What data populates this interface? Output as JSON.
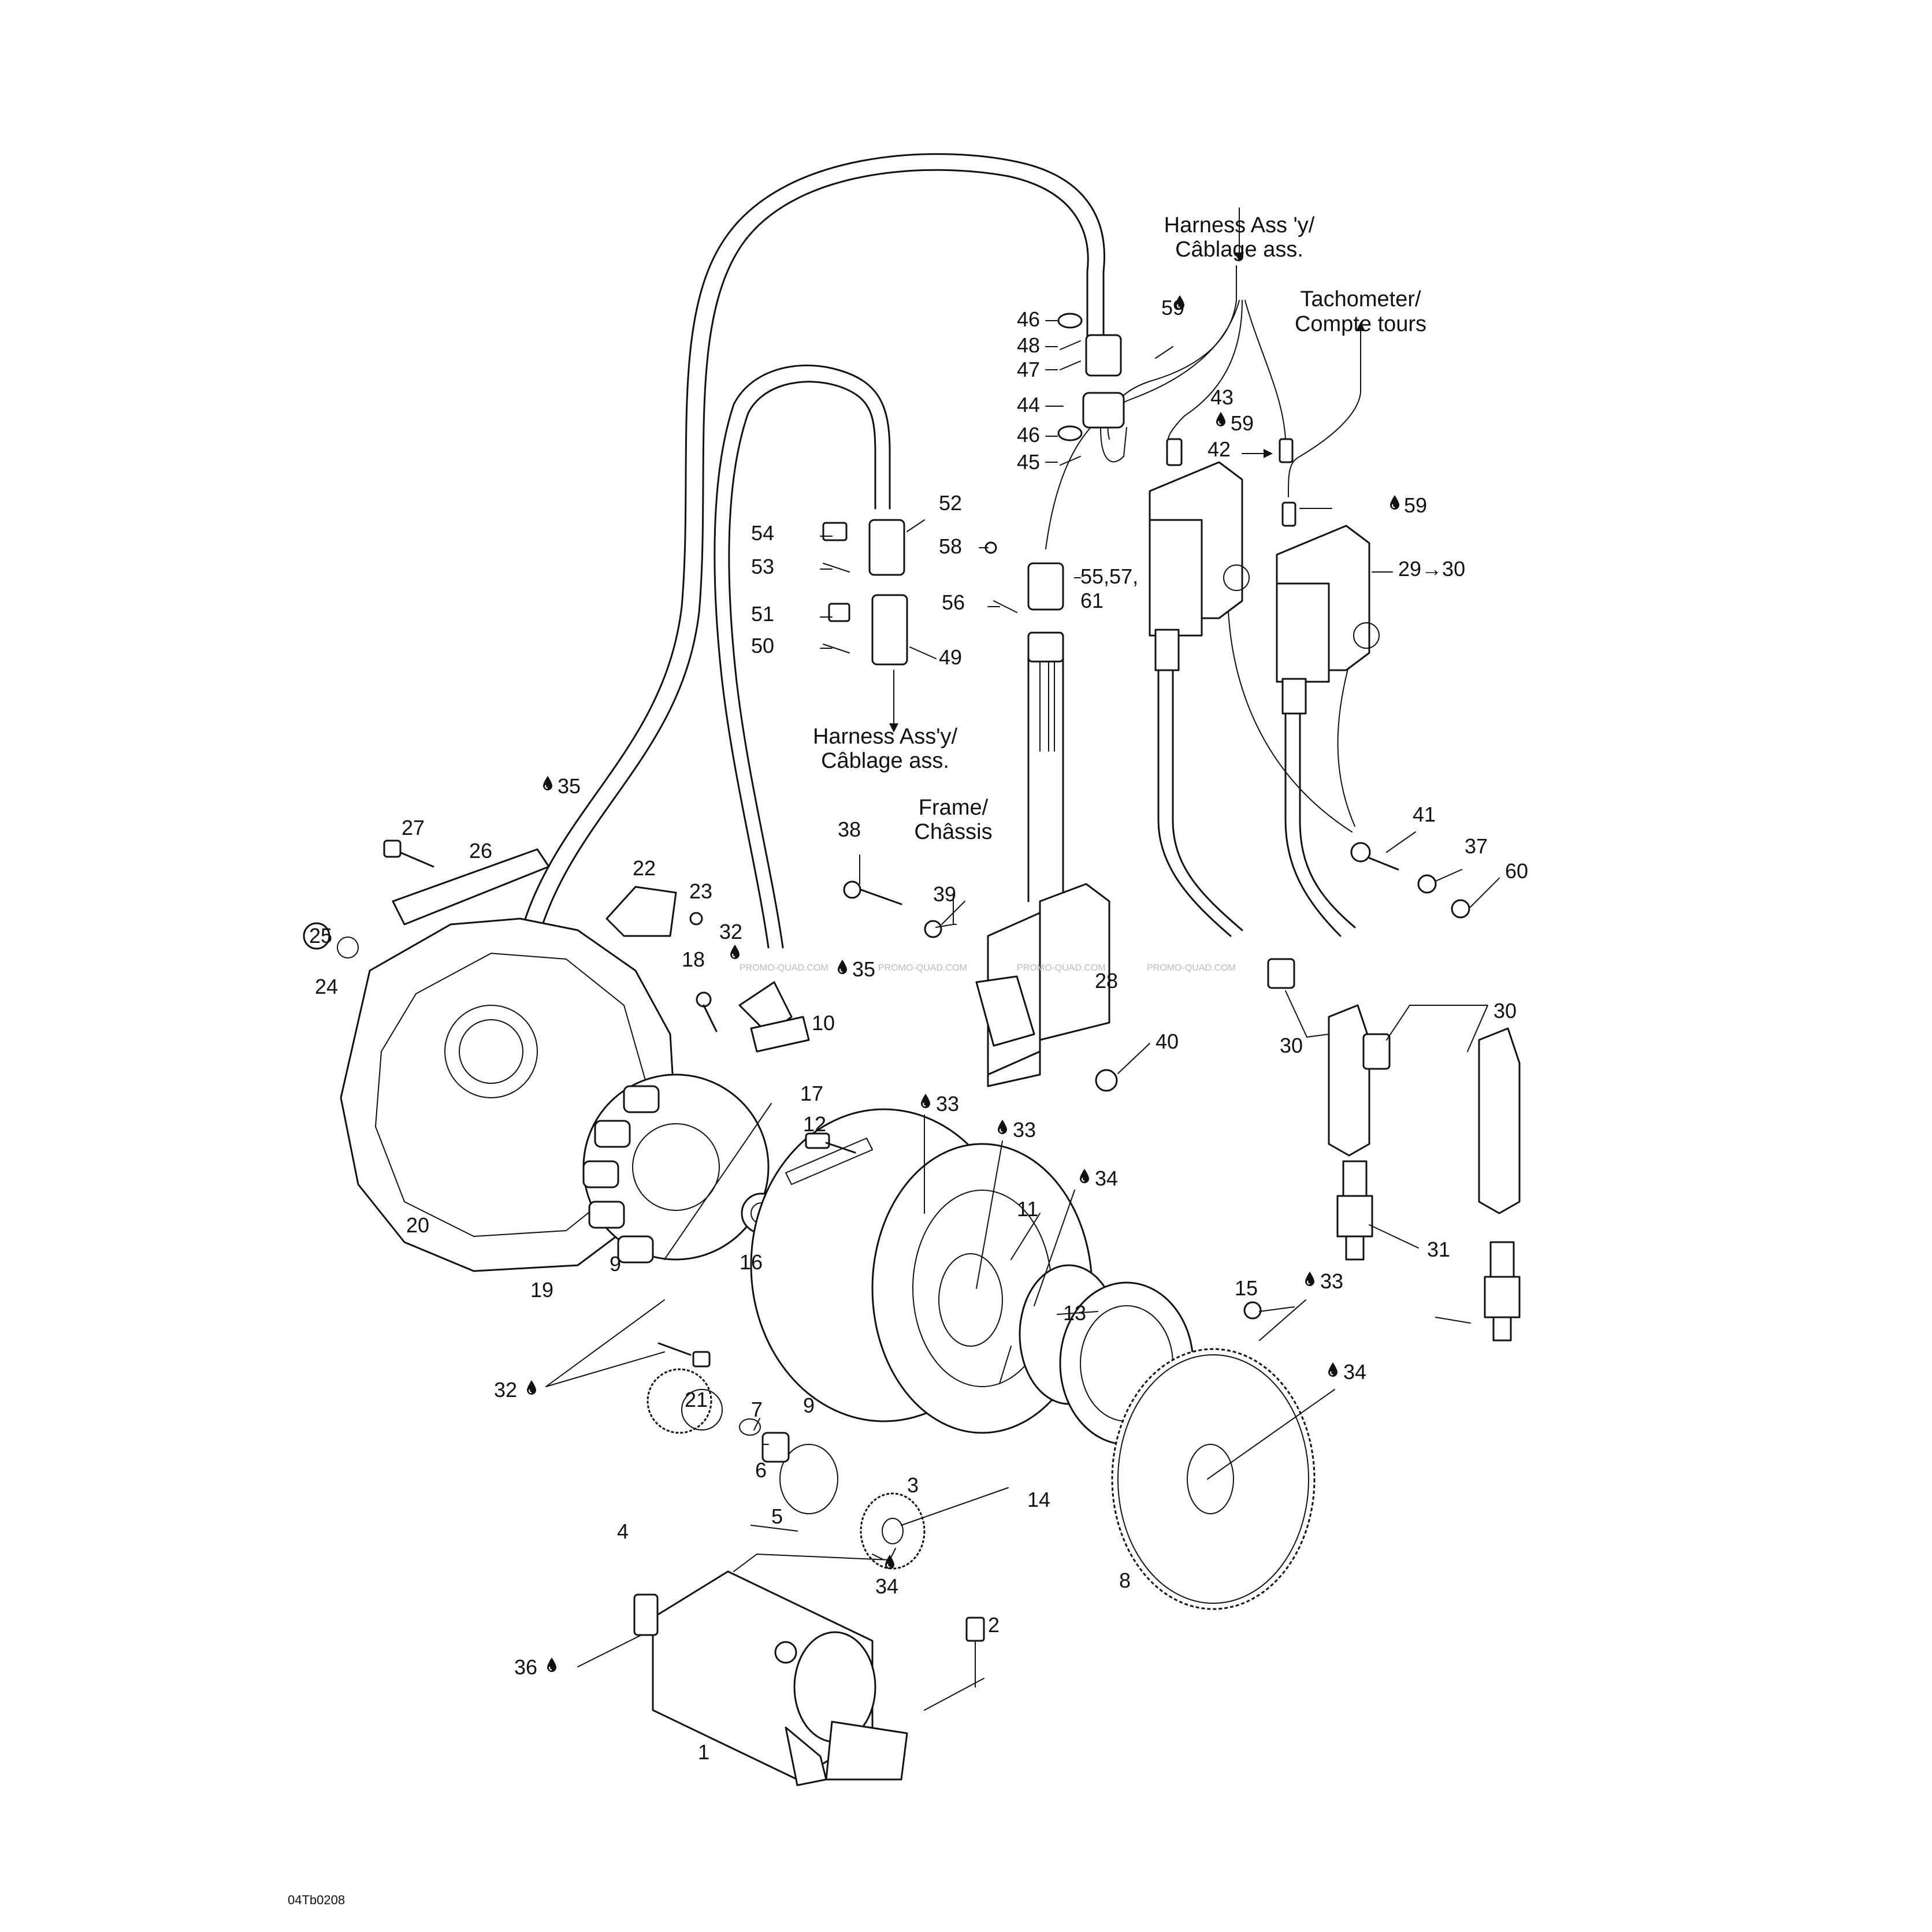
{
  "diagram": {
    "figure_ref": "04Tb0208",
    "watermark": "PROMO-QUAD.COM",
    "drop_symbol": "oil-drop-icon",
    "annotations": {
      "harness_top": [
        "Harness Ass 'y/",
        "Câblage ass."
      ],
      "tachometer": [
        "Tachometer/",
        "Compte tours"
      ],
      "harness_mid": [
        "Harness Ass'y/",
        "Câblage ass."
      ],
      "frame": [
        "Frame/",
        "Châssis"
      ]
    },
    "callouts": [
      {
        "id": "c46a",
        "text": "46"
      },
      {
        "id": "c48",
        "text": "48"
      },
      {
        "id": "c47",
        "text": "47"
      },
      {
        "id": "c44",
        "text": "44"
      },
      {
        "id": "c46b",
        "text": "46"
      },
      {
        "id": "c45",
        "text": "45"
      },
      {
        "id": "c59a",
        "text": "59"
      },
      {
        "id": "c43",
        "text": "43"
      },
      {
        "id": "c59b",
        "text": "59"
      },
      {
        "id": "c42",
        "text": "42"
      },
      {
        "id": "c59c",
        "text": "59"
      },
      {
        "id": "c2930",
        "text": "29→30"
      },
      {
        "id": "c52",
        "text": "52"
      },
      {
        "id": "c54",
        "text": "54"
      },
      {
        "id": "c53",
        "text": "53"
      },
      {
        "id": "c58",
        "text": "58"
      },
      {
        "id": "c555761a",
        "text": "55,57,"
      },
      {
        "id": "c555761b",
        "text": "61"
      },
      {
        "id": "c56",
        "text": "56"
      },
      {
        "id": "c51",
        "text": "51"
      },
      {
        "id": "c50",
        "text": "50"
      },
      {
        "id": "c49",
        "text": "49"
      },
      {
        "id": "c35a",
        "text": "35"
      },
      {
        "id": "c27",
        "text": "27"
      },
      {
        "id": "c26",
        "text": "26"
      },
      {
        "id": "c22",
        "text": "22"
      },
      {
        "id": "c23",
        "text": "23"
      },
      {
        "id": "c38",
        "text": "38"
      },
      {
        "id": "c39",
        "text": "39"
      },
      {
        "id": "c41",
        "text": "41"
      },
      {
        "id": "c37",
        "text": "37"
      },
      {
        "id": "c60",
        "text": "60"
      },
      {
        "id": "c25",
        "text": "25"
      },
      {
        "id": "c24",
        "text": "24"
      },
      {
        "id": "c32a",
        "text": "32"
      },
      {
        "id": "c18",
        "text": "18"
      },
      {
        "id": "c35b",
        "text": "35"
      },
      {
        "id": "c10",
        "text": "10"
      },
      {
        "id": "c28",
        "text": "28"
      },
      {
        "id": "c30a",
        "text": "30"
      },
      {
        "id": "c30b",
        "text": "30"
      },
      {
        "id": "c40",
        "text": "40"
      },
      {
        "id": "c17",
        "text": "17"
      },
      {
        "id": "c33a",
        "text": "33"
      },
      {
        "id": "c12",
        "text": "12"
      },
      {
        "id": "c33b",
        "text": "33"
      },
      {
        "id": "c34a",
        "text": "34"
      },
      {
        "id": "c11",
        "text": "11"
      },
      {
        "id": "c31",
        "text": "31"
      },
      {
        "id": "c20",
        "text": "20"
      },
      {
        "id": "c9a",
        "text": "9"
      },
      {
        "id": "c16",
        "text": "16"
      },
      {
        "id": "c19",
        "text": "19"
      },
      {
        "id": "c15",
        "text": "15"
      },
      {
        "id": "c33c",
        "text": "33"
      },
      {
        "id": "c13",
        "text": "13"
      },
      {
        "id": "c32b",
        "text": "32"
      },
      {
        "id": "c21",
        "text": "21"
      },
      {
        "id": "c9b",
        "text": "9"
      },
      {
        "id": "c34b",
        "text": "34"
      },
      {
        "id": "c7",
        "text": "7"
      },
      {
        "id": "c6",
        "text": "6"
      },
      {
        "id": "c3",
        "text": "3"
      },
      {
        "id": "c5",
        "text": "5"
      },
      {
        "id": "c14",
        "text": "14"
      },
      {
        "id": "c4",
        "text": "4"
      },
      {
        "id": "c34c",
        "text": "34"
      },
      {
        "id": "c8",
        "text": "8"
      },
      {
        "id": "c2",
        "text": "2"
      },
      {
        "id": "c36",
        "text": "36"
      },
      {
        "id": "c1",
        "text": "1"
      }
    ]
  }
}
